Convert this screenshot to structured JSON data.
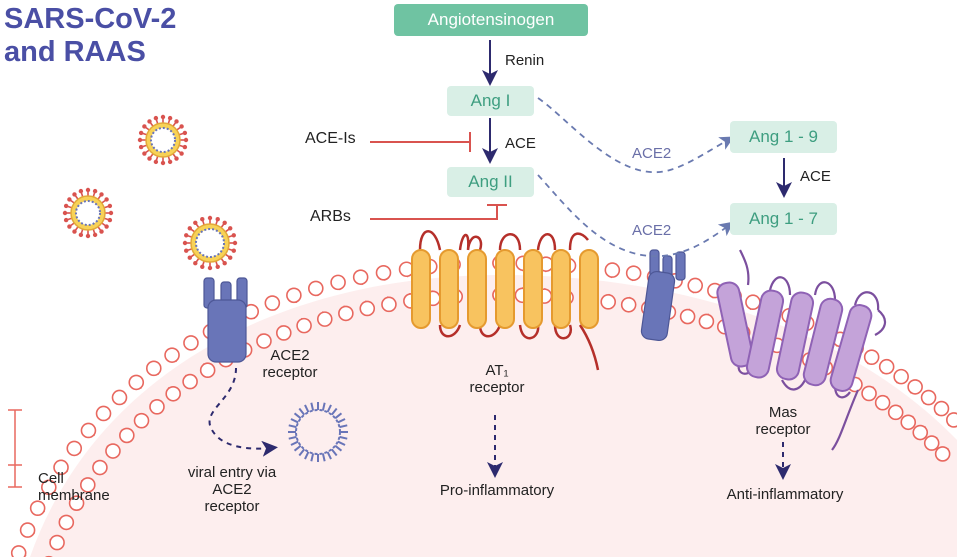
{
  "title": {
    "line1": "SARS-CoV-2",
    "line2": "and RAAS"
  },
  "pathway": {
    "angiotensinogen": "Angiotensinogen",
    "renin": "Renin",
    "ang1": "Ang I",
    "ang2": "Ang II",
    "ang19": "Ang 1 - 9",
    "ang17": "Ang 1 - 7",
    "ace_a": "ACE",
    "ace_b": "ACE",
    "ace2_a": "ACE2",
    "ace2_b": "ACE2",
    "ace_is": "ACE-Is",
    "arbs": "ARBs"
  },
  "labels": {
    "ace2_receptor_1": "ACE2",
    "ace2_receptor_2": "receptor",
    "at1_1": "AT₁",
    "at1_2": "receptor",
    "mas_1": "Mas",
    "mas_2": "receptor",
    "viral_1": "viral entry via",
    "viral_2": "ACE2",
    "viral_3": "receptor",
    "pro": "Pro-inflammatory",
    "anti": "Anti-inflammatory",
    "membrane_1": "Cell",
    "membrane_2": "membrane"
  },
  "colors": {
    "title": "#4a4fa5",
    "box_dark": "#6fc3a2",
    "box_light": "#d9efe6",
    "arrow_navy": "#2d2a6e",
    "inhibitor_red": "#d9534f",
    "ace2_dashed": "#6a7ab0",
    "membrane": "#e8685f",
    "cytoplasm": "#fdeeee",
    "at1_fill": "#f8c35f",
    "mas_fill": "#c4a3d9",
    "ace2_receptor": "#6975b8"
  }
}
